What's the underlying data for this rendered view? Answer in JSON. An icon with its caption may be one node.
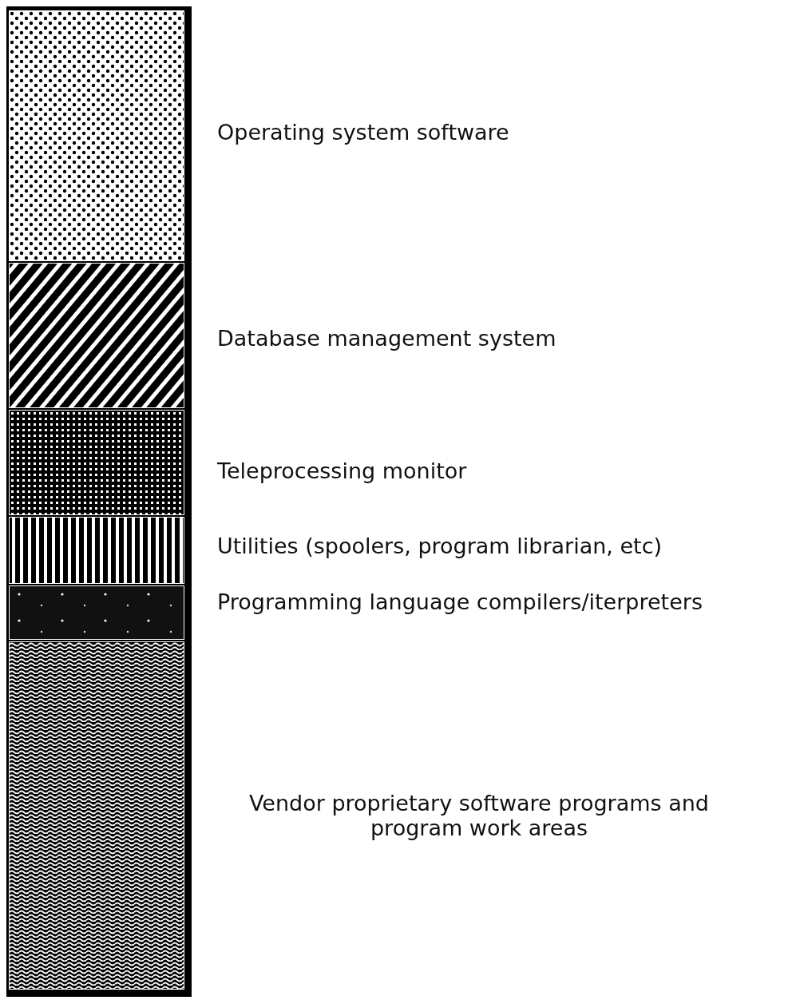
{
  "diagram": {
    "nodes": [
      {
        "text": [],
        "shape": "box",
        "beside": [
          "Operating system software"
        ]
      },
      {
        "text": [],
        "shape": "box",
        "beside": [
          "Database management system"
        ]
      },
      {
        "text": [],
        "shape": "box",
        "beside": [
          "Teleprocessing monitor"
        ]
      },
      {
        "text": [],
        "shape": "box",
        "beside": [
          "Utilities (spoolers, program librarian, etc)"
        ]
      },
      {
        "text": [],
        "shape": "box",
        "beside": [
          "Programming language compilers/iterpreters"
        ]
      },
      {
        "text": [],
        "shape": "box",
        "beside": [
          "Vendor proprietary software programs and program work areas"
        ]
      }
    ]
  }
}
